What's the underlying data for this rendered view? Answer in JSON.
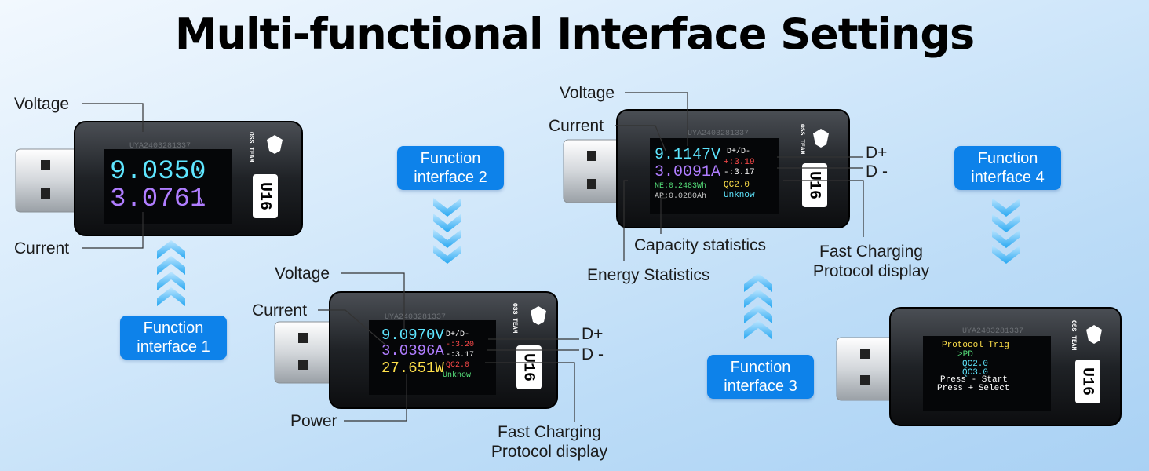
{
  "title": "Multi-functional Interface Settings",
  "colors": {
    "badge": "#0d82ea",
    "screen_cyan": "#5ee6ff",
    "screen_purple": "#b07dff",
    "screen_yellow": "#ffe04a",
    "screen_red": "#ff4a4a",
    "screen_green": "#56e07a"
  },
  "device": {
    "model": "U16",
    "brand": "OSS TEAM",
    "serial": "UYA2403281337"
  },
  "interfaces": [
    {
      "badge": [
        "Function",
        "interface 1"
      ],
      "screen": {
        "voltage": "9.0350",
        "voltage_unit": "V",
        "current": "3.0761",
        "current_unit": "A"
      },
      "labels": {
        "voltage": "Voltage",
        "current": "Current"
      }
    },
    {
      "badge": [
        "Function",
        "interface 2"
      ],
      "screen": {
        "voltage": "9.0970V",
        "current": "3.0396A",
        "power": "27.651W",
        "dp_header": "D+/D-",
        "dp": "-:3.20",
        "dm": "-:3.17",
        "proto": "QC2.0",
        "status": "Unknow"
      },
      "labels": {
        "voltage": "Voltage",
        "current": "Current",
        "power": "Power",
        "dplus": "D+",
        "dminus": "D -",
        "fast1": "Fast Charging",
        "fast2": "Protocol display"
      }
    },
    {
      "badge": [
        "Function",
        "interface 3"
      ],
      "screen": {
        "voltage": "9.1147V",
        "current": "3.0091A",
        "dp_header": "D+/D-",
        "dp": "+:3.19",
        "dm": "-:3.17",
        "energy": "NE:0.2483Wh",
        "capacity": "AP:0.0280Ah",
        "proto": "QC2.0",
        "status": "Unknow"
      },
      "labels": {
        "voltage": "Voltage",
        "current": "Current",
        "dplus": "D+",
        "dminus": "D -",
        "capacity": "Capacity statistics",
        "energy": "Energy Statistics",
        "fast1": "Fast Charging",
        "fast2": "Protocol display"
      }
    },
    {
      "badge": [
        "Function",
        "interface 4"
      ],
      "screen": {
        "menu_title": "Protocol Trig",
        "items": [
          ">PD",
          "QC2.0",
          "QC3.0"
        ],
        "hint1": "Press - Start",
        "hint2": "Press + Select"
      }
    }
  ]
}
